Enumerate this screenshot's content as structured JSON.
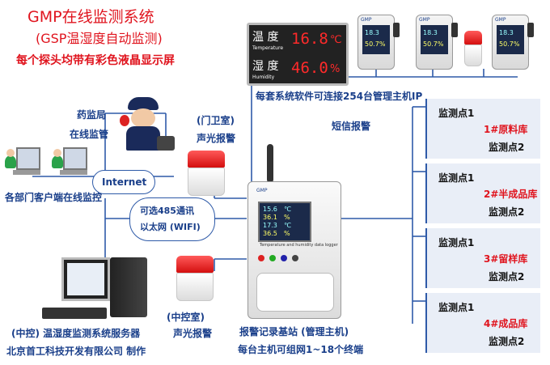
{
  "header": {
    "title": "GMP在线监测系统",
    "subtitle": "(GSP温湿度自动监测)",
    "tagline": "每个探头均带有彩色液晶显示屏"
  },
  "display_panel": {
    "temp_label": "温 度",
    "temp_label_en": "Temperature",
    "temp_value": "16.8",
    "temp_unit": "℃",
    "hum_label": "湿 度",
    "hum_label_en": "Humidity",
    "hum_value": "46.0",
    "hum_unit": "%"
  },
  "probes": [
    {
      "brand": "GMP",
      "temp": "18.3",
      "hum": "50.7%"
    },
    {
      "brand": "GMP",
      "temp": "18.3",
      "hum": "50.7%"
    },
    {
      "brand": "GMP",
      "temp": "18.3",
      "hum": "50.7%"
    }
  ],
  "labels": {
    "software_note": "每套系统软件可连接254台管理主机IP",
    "sms_alarm": "短信报警",
    "drug_admin": "药监局",
    "online_supervision": "在线监管",
    "gate_room": "(门卫室)",
    "gate_alarm": "声光报警",
    "internet": "Internet",
    "dept_clients": "各部门客户端在线监控",
    "comm_line1": "可选485通讯",
    "comm_line2": "以太网 (WIFI)",
    "control_room": "(中控室)",
    "control_alarm": "声光报警",
    "server_caption": "(中控) 温湿度监测系统服务器",
    "maker": "北京首工科技开发有限公司 制作",
    "base_station": "报警记录基站 (管理主机)",
    "terminals": "每台主机可组网1~18个终端"
  },
  "host_unit": {
    "brand": "GMP",
    "readings": [
      {
        "value": "15.6",
        "unit": "℃"
      },
      {
        "value": "36.1",
        "unit": "%"
      },
      {
        "value": "17.3",
        "unit": "℃"
      },
      {
        "value": "36.5",
        "unit": "%"
      }
    ],
    "caption": "Temperature and humidity data logger"
  },
  "zones": [
    {
      "point1": "监测点1",
      "name": "1#原料库",
      "point2": "监测点2"
    },
    {
      "point1": "监测点1",
      "name": "2#半成品库",
      "point2": "监测点2"
    },
    {
      "point1": "监测点1",
      "name": "3#留样库",
      "point2": "监测点2"
    },
    {
      "point1": "监测点1",
      "name": "4#成品库",
      "point2": "监测点2"
    }
  ],
  "colors": {
    "accent_red": "#e0141e",
    "accent_blue": "#1a3f8a",
    "line_blue": "#2e5aa8",
    "zone_bg": "#e9eef7"
  }
}
